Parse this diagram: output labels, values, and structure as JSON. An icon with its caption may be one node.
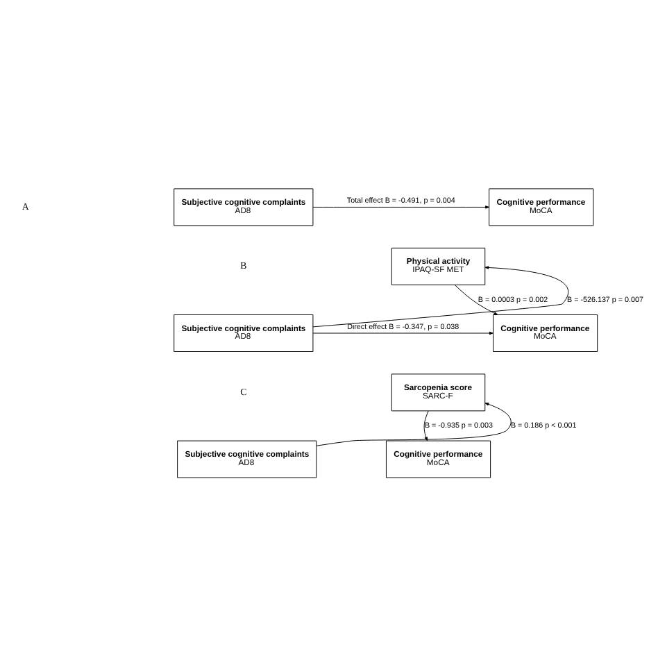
{
  "diagram": {
    "nodes": [
      {
        "text": [
          "Subjective cognitive complaints",
          "AD8"
        ]
      },
      {
        "text": [
          "Cognitive performance",
          "MoCA"
        ]
      },
      {
        "text": [
          "Physical activity",
          "IPAQ-SF MET"
        ]
      },
      {
        "text": [
          "Subjective cognitive complaints",
          "AD8"
        ]
      },
      {
        "text": [
          "Cognitive performance",
          "MoCA"
        ]
      },
      {
        "text": [
          "Sarcopenia score",
          "SARC-F"
        ]
      },
      {
        "text": [
          "Subjective cognitive complaints",
          "AD8"
        ]
      },
      {
        "text": [
          "Cognitive performance",
          "MoCA"
        ]
      }
    ],
    "edges": [
      {
        "from": 0,
        "to": 1,
        "arrow": "to",
        "label": "Total effect B = -0.491, p = 0.004"
      },
      {
        "from": 3,
        "to": 2,
        "arrow": "to",
        "label": "B = -526.137 p = 0.007"
      },
      {
        "from": 2,
        "to": 4,
        "arrow": "to",
        "label": "B = 0.0003 p = 0.002"
      },
      {
        "from": 3,
        "to": 4,
        "arrow": "to",
        "label": "Direct effect B = -0.347, p = 0.038"
      },
      {
        "from": 6,
        "to": 5,
        "arrow": "to",
        "label": "B = 0.186 p < 0.001"
      },
      {
        "from": 5,
        "to": 7,
        "arrow": "to",
        "label": "B = -0.935 p = 0.003"
      }
    ],
    "labels": [
      "A",
      "B",
      "C"
    ]
  }
}
